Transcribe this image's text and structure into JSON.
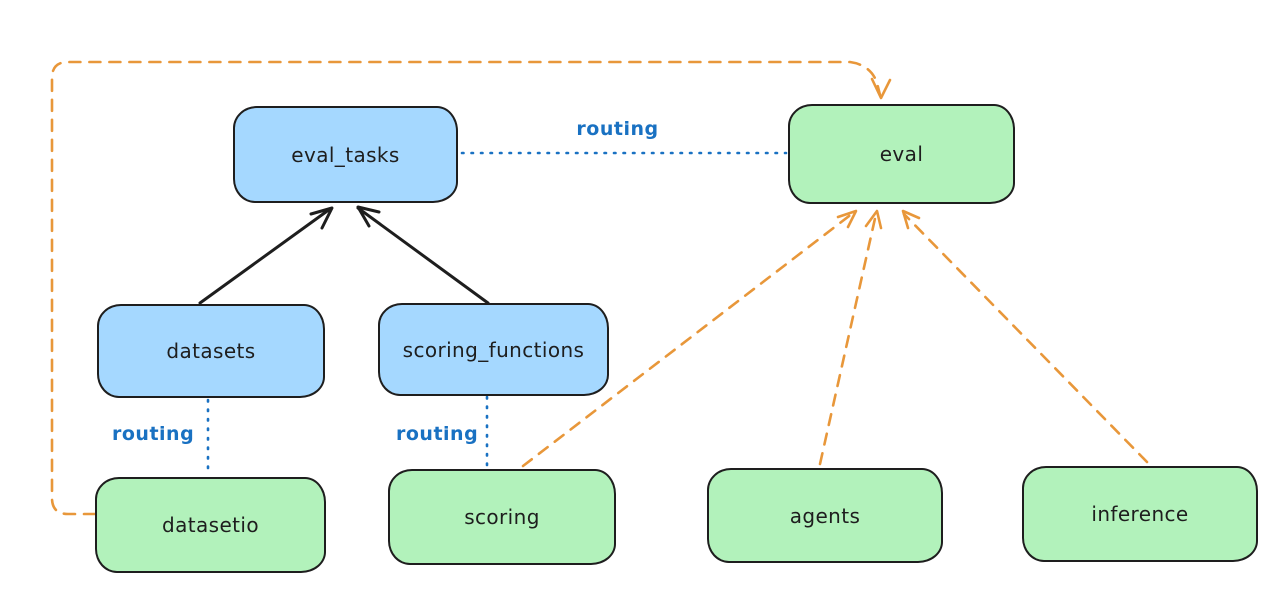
{
  "background": "#ffffff",
  "colors": {
    "node_fill_blue": "#a5d8ff",
    "node_fill_green": "#b2f2bb",
    "node_border": "#1e1e1e",
    "arrow_black": "#1e1e1e",
    "arrow_orange": "#e8973a",
    "routing_blue": "#1971c2"
  },
  "nodes": {
    "eval_tasks": {
      "label": "eval_tasks",
      "fill": "blue"
    },
    "eval": {
      "label": "eval",
      "fill": "green"
    },
    "datasets": {
      "label": "datasets",
      "fill": "blue"
    },
    "scoring_functions": {
      "label": "scoring_functions",
      "fill": "blue"
    },
    "datasetio": {
      "label": "datasetio",
      "fill": "green"
    },
    "scoring": {
      "label": "scoring",
      "fill": "green"
    },
    "agents": {
      "label": "agents",
      "fill": "green"
    },
    "inference": {
      "label": "inference",
      "fill": "green"
    }
  },
  "edge_labels": {
    "eval_tasks_to_eval": "routing",
    "datasets_to_datasetio": "routing",
    "scoring_functions_to_scoring": "routing"
  }
}
